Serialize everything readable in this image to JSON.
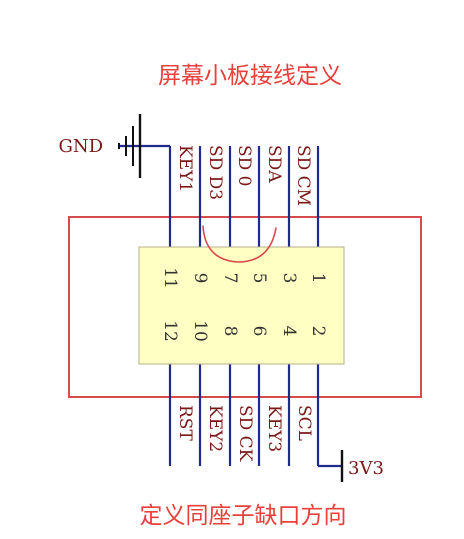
{
  "title": "屏幕小板接线定义",
  "footer": "定义同座子缺口方向",
  "gnd_label": "GND",
  "vcc_label": "3V3",
  "top_signals": [
    "KEY1",
    "SD D3",
    "SD 0",
    "SDA",
    "SD CM"
  ],
  "bottom_signals": [
    "RST",
    "KEY2",
    "SD CK",
    "KEY3",
    "SCL"
  ],
  "top_pin_numbers": [
    "11",
    "9",
    "7",
    "5",
    "3",
    "1"
  ],
  "bottom_pin_numbers": [
    "12",
    "10",
    "8",
    "6",
    "4",
    "2"
  ],
  "colors": {
    "title_red": "#e8403a",
    "outline_red": "#d94a4a",
    "wire_blue": "#1f2a8f",
    "label_maroon": "#7a1717",
    "pin_text": "#333333",
    "connector_fill": "#ffffc4",
    "connector_stroke": "#b4b28a",
    "ground_black": "#111111"
  }
}
